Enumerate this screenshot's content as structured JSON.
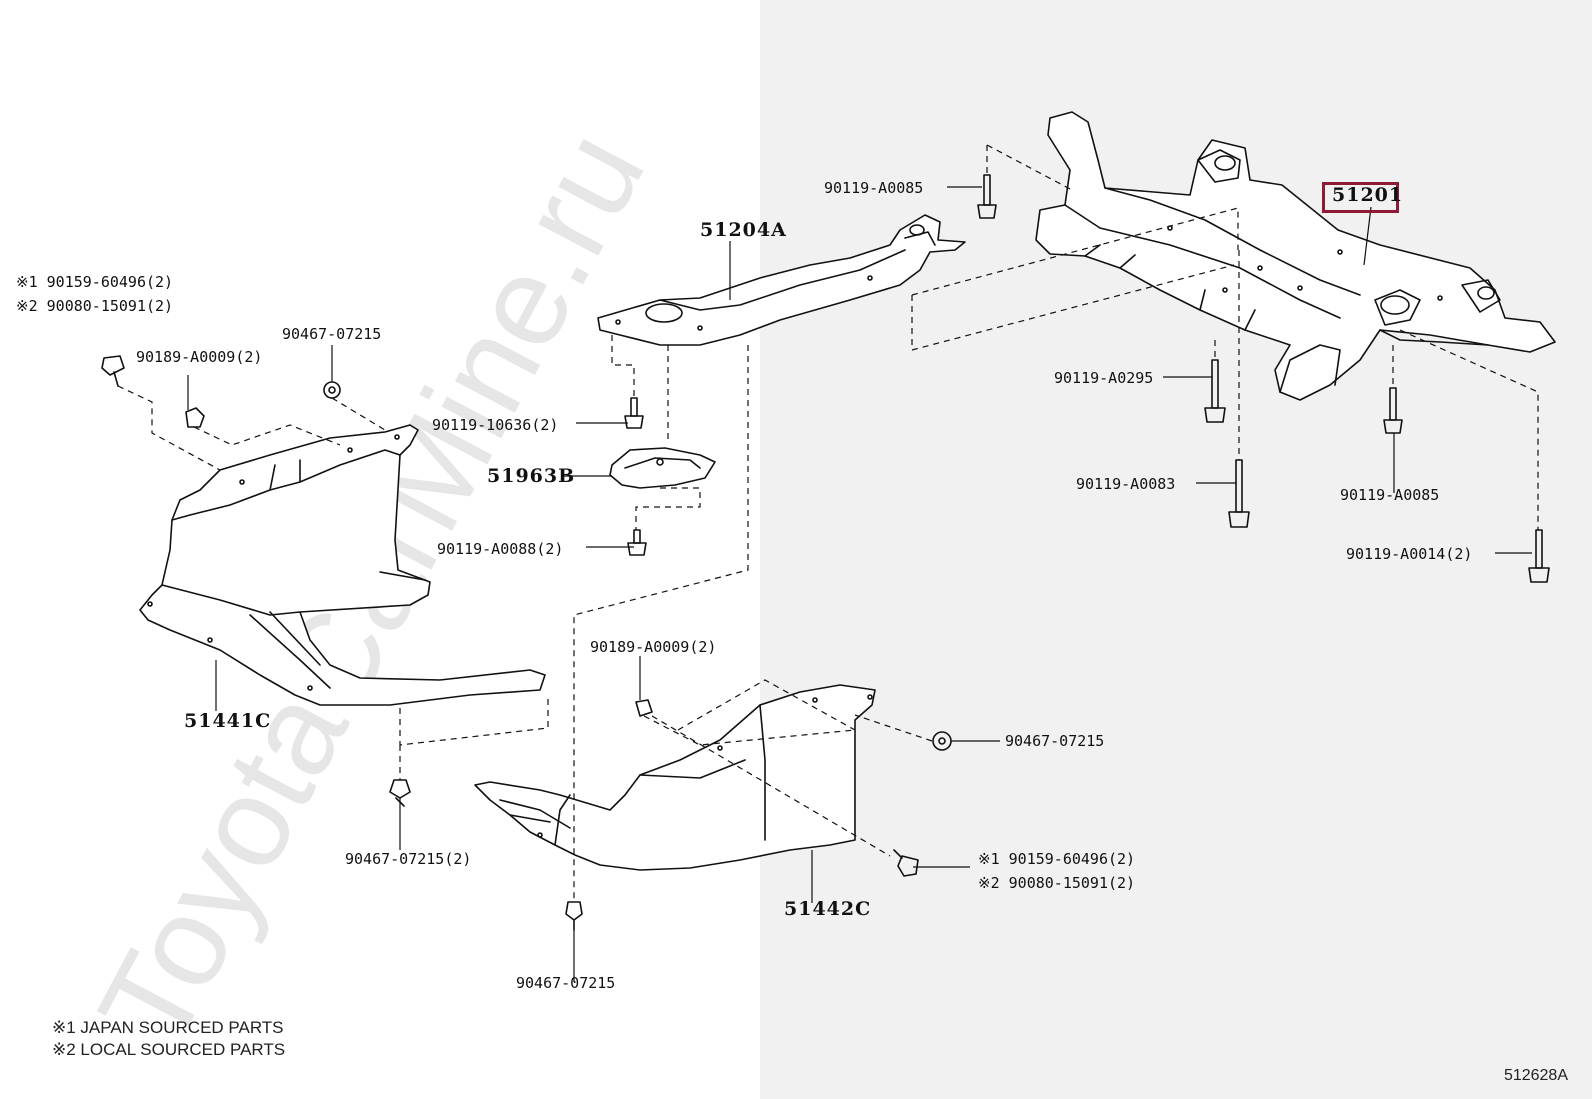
{
  "watermark": "ToyotaCarMine.ru",
  "figure_code": "512628A",
  "highlighted_part": "51201",
  "parts": {
    "crossmember": "51201",
    "brace": "51204A",
    "bracket": "51963B",
    "cover_left": "51441C",
    "cover_right": "51442C"
  },
  "fasteners": {
    "bolt_top_center": "90119-A0085",
    "bolt_mid_center": "90119-A0295",
    "bolt_low_center": "90119-A0083",
    "bolt_right": "90119-A0085",
    "bolt_far_right": "90119-A0014(2)",
    "bolt_brace": "90119-10636(2)",
    "bolt_bracket": "90119-A0088(2)",
    "left_japan": "※1 90159-60496(2)",
    "left_local": "※2 90080-15091(2)",
    "left_clip": "90189-A0009(2)",
    "left_clip2": "90467-07215",
    "cover_left_clip": "90467-07215(2)",
    "cover_right_clip_top": "90189-A0009(2)",
    "cover_right_clip_right": "90467-07215",
    "right_japan": "※1 90159-60496(2)",
    "right_local": "※2 90080-15091(2)",
    "cover_right_clip_bottom": "90467-07215"
  },
  "notes": [
    "※1 JAPAN SOURCED PARTS",
    "※2 LOCAL SOURCED PARTS"
  ]
}
